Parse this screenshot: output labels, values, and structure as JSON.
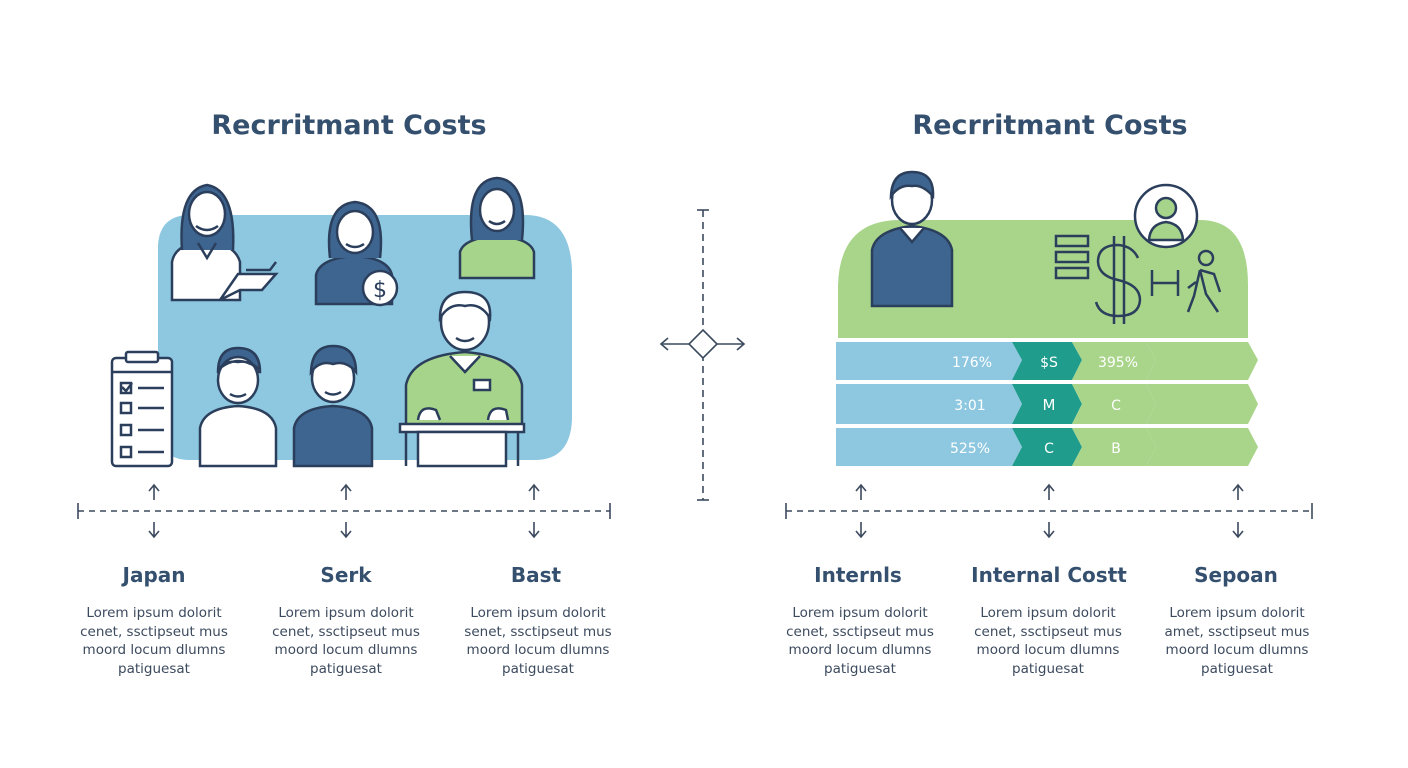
{
  "left_panel": {
    "title": "Recrritmant Costs",
    "columns": [
      {
        "label": "Japan",
        "desc": [
          "Lorem ipsum dolorit",
          "cenet, ssctipseut mus",
          "moord locum dlumns",
          "patiguesat"
        ]
      },
      {
        "label": "Serk",
        "desc": [
          "Lorem ipsum dolorit",
          "cenet, ssctipseut mus",
          "moord locum dlumns",
          "patiguesat"
        ]
      },
      {
        "label": "Bast",
        "desc": [
          "Lorem ipsum dolorit",
          "senet, ssctipseut mus",
          "moord locum dlumns",
          "patiguesat"
        ]
      }
    ]
  },
  "right_panel": {
    "title": "Recrritmant Costs",
    "table": [
      {
        "a": "176%",
        "b": "$S",
        "c": "395%"
      },
      {
        "a": "3:01",
        "b": "M",
        "c": "C"
      },
      {
        "a": "525%",
        "b": "C",
        "c": "B"
      }
    ],
    "columns": [
      {
        "label": "Internls",
        "desc": [
          "Lorem ipsum dolorit",
          "cenet, ssctipseut mus",
          "moord locum dlumns",
          "patiguesat"
        ]
      },
      {
        "label": "Internal Costt",
        "desc": [
          "Lorem ipsum dolorit",
          "cenet, ssctipseut mus",
          "moord locum dlumns",
          "patiguesat"
        ]
      },
      {
        "label": "Sepoan",
        "desc": [
          "Lorem ipsum dolorit",
          "amet, ssctipseut mus",
          "moord locum dlumns",
          "patiguesat"
        ]
      }
    ]
  },
  "colors": {
    "navy": "#34506e",
    "blue_panel": "#8ec8e0",
    "green_panel": "#a9d58a",
    "teal": "#1f9c8c",
    "person_dark": "#3d6590",
    "person_green": "#a6d48a"
  }
}
